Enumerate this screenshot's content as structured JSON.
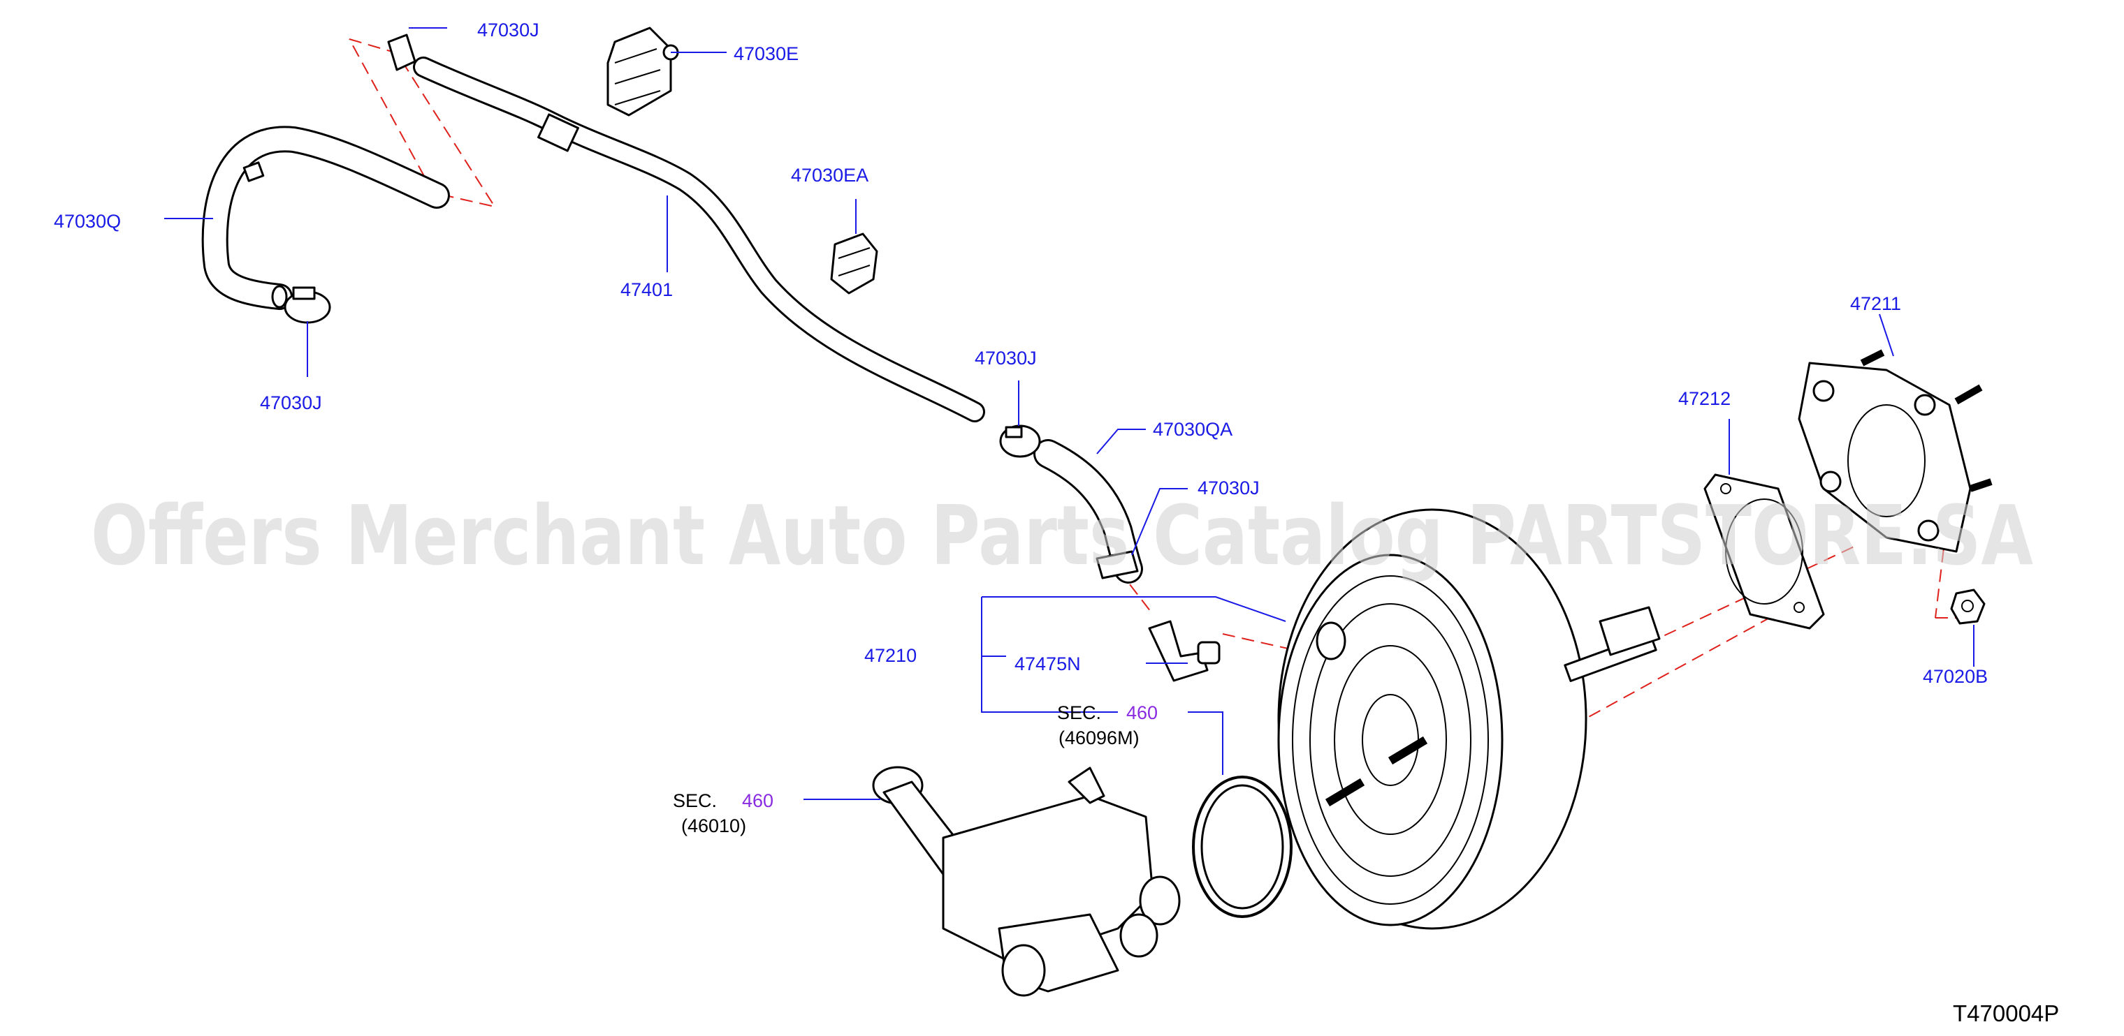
{
  "watermark": "Offers Merchant Auto Parts Catalog PARTSTORE.SA",
  "diagram_code": "T470004P",
  "labels": {
    "p47030J_top": "47030J",
    "p47030E": "47030E",
    "p47030EA": "47030EA",
    "p47030Q": "47030Q",
    "p47401": "47401",
    "p47030J_left": "47030J",
    "p47030J_mid": "47030J",
    "p47030QA": "47030QA",
    "p47030J_low": "47030J",
    "p47210": "47210",
    "p47475N": "47475N",
    "p47211": "47211",
    "p47212": "47212",
    "p47020B": "47020B"
  },
  "sections": {
    "sec1": {
      "prefix": "SEC.",
      "ref": "460",
      "sub": "(46096M)"
    },
    "sec2": {
      "prefix": "SEC.",
      "ref": "460",
      "sub": "(46010)"
    }
  },
  "colors": {
    "label": "#1a1ae6",
    "section_ref": "#8a2be2",
    "dashed_line": "#e0201a"
  }
}
